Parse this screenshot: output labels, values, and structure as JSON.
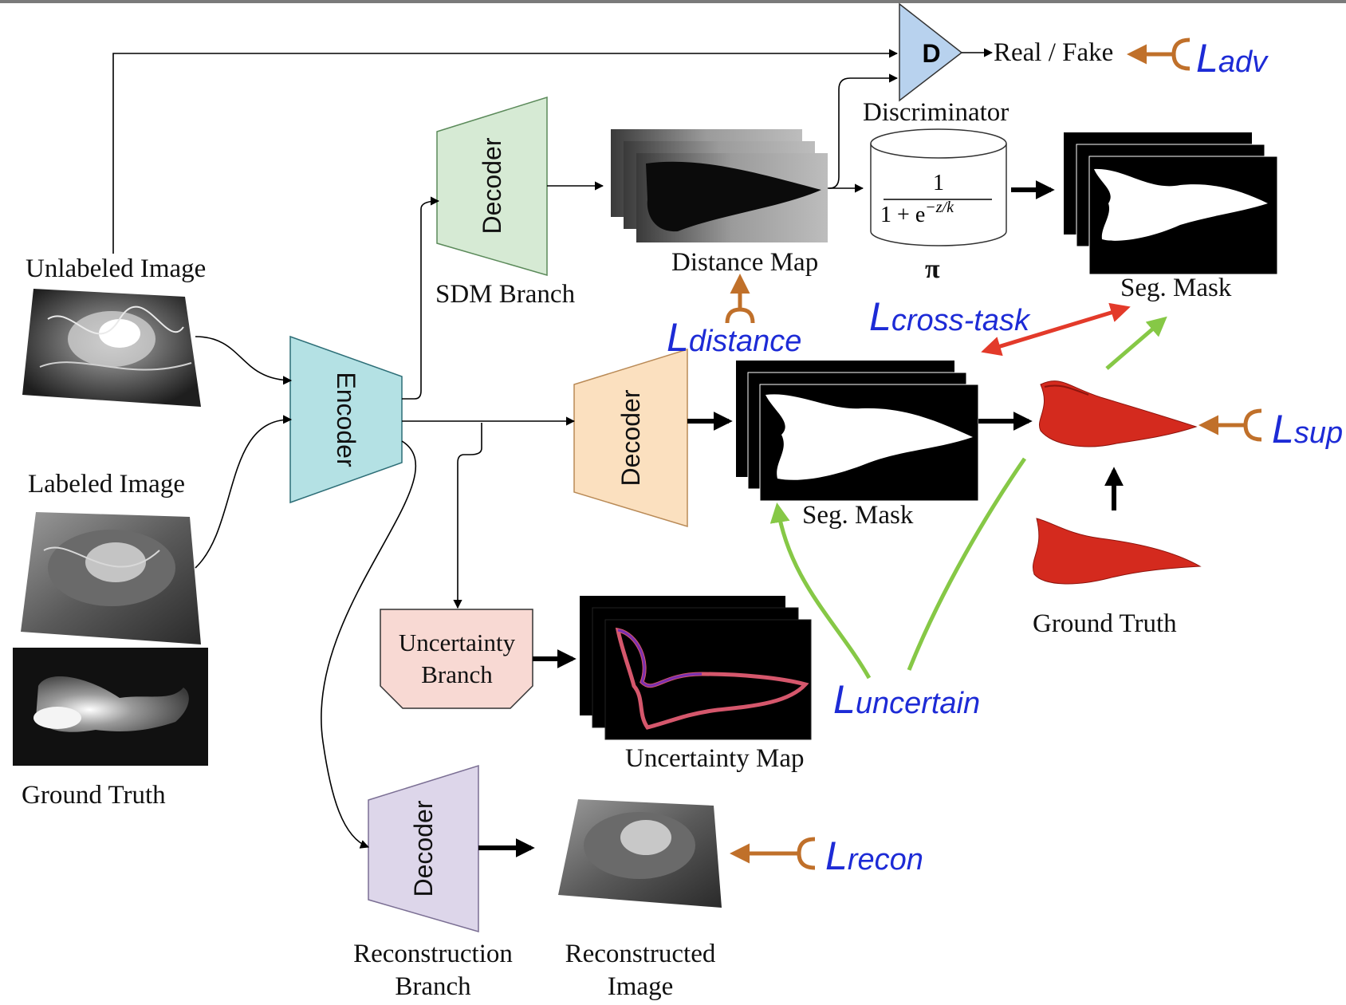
{
  "inputs": {
    "unlabeled_image": "Unlabeled Image",
    "labeled_image": "Labeled Image",
    "ground_truth": "Ground Truth"
  },
  "modules": {
    "encoder": "Encoder",
    "sdm_decoder": "Decoder",
    "seg_decoder": "Decoder",
    "recon_decoder": "Decoder",
    "uncertainty_branch_line1": "Uncertainty",
    "uncertainty_branch_line2": "Branch",
    "discriminator_symbol": "D",
    "discriminator": "Discriminator"
  },
  "labels": {
    "sdm_branch": "SDM Branch",
    "distance_map": "Distance Map",
    "pi": "π",
    "seg_mask_top": "Seg. Mask",
    "seg_mask_mid": "Seg. Mask",
    "ground_truth_right": "Ground Truth",
    "uncertainty_map": "Uncertainty Map",
    "reconstruction_branch_line1": "Reconstruction",
    "reconstruction_branch_line2": "Branch",
    "reconstructed_image_line1": "Reconstructed",
    "reconstructed_image_line2": "Image",
    "real_fake": "Real / Fake"
  },
  "formula": {
    "numerator": "1",
    "denominator": "1 + e",
    "exponent": "−z/k"
  },
  "losses": {
    "adv": {
      "L": "L",
      "sub": "adv"
    },
    "distance": {
      "L": "L",
      "sub": "distance"
    },
    "cross_task": {
      "L": "L",
      "sub": "cross-task"
    },
    "sup": {
      "L": "L",
      "sub": "sup"
    },
    "uncertain": {
      "L": "L",
      "sub": "uncertain"
    },
    "recon": {
      "L": "L",
      "sub": "recon"
    }
  },
  "colors": {
    "encoder": "#b4e1e4",
    "sdm_decoder": "#d6ead4",
    "seg_decoder": "#fbe0bf",
    "uncertainty_branch": "#f8d9d3",
    "recon_decoder": "#ddd6ea",
    "discriminator": "#b8d2ee",
    "loss_text": "#1d2bd6",
    "loss_arrow": "#c0702a",
    "cross_task_arrow": "#e33a2a",
    "uncertainty_arrow": "#86c846",
    "organ": "#d42a1e"
  }
}
